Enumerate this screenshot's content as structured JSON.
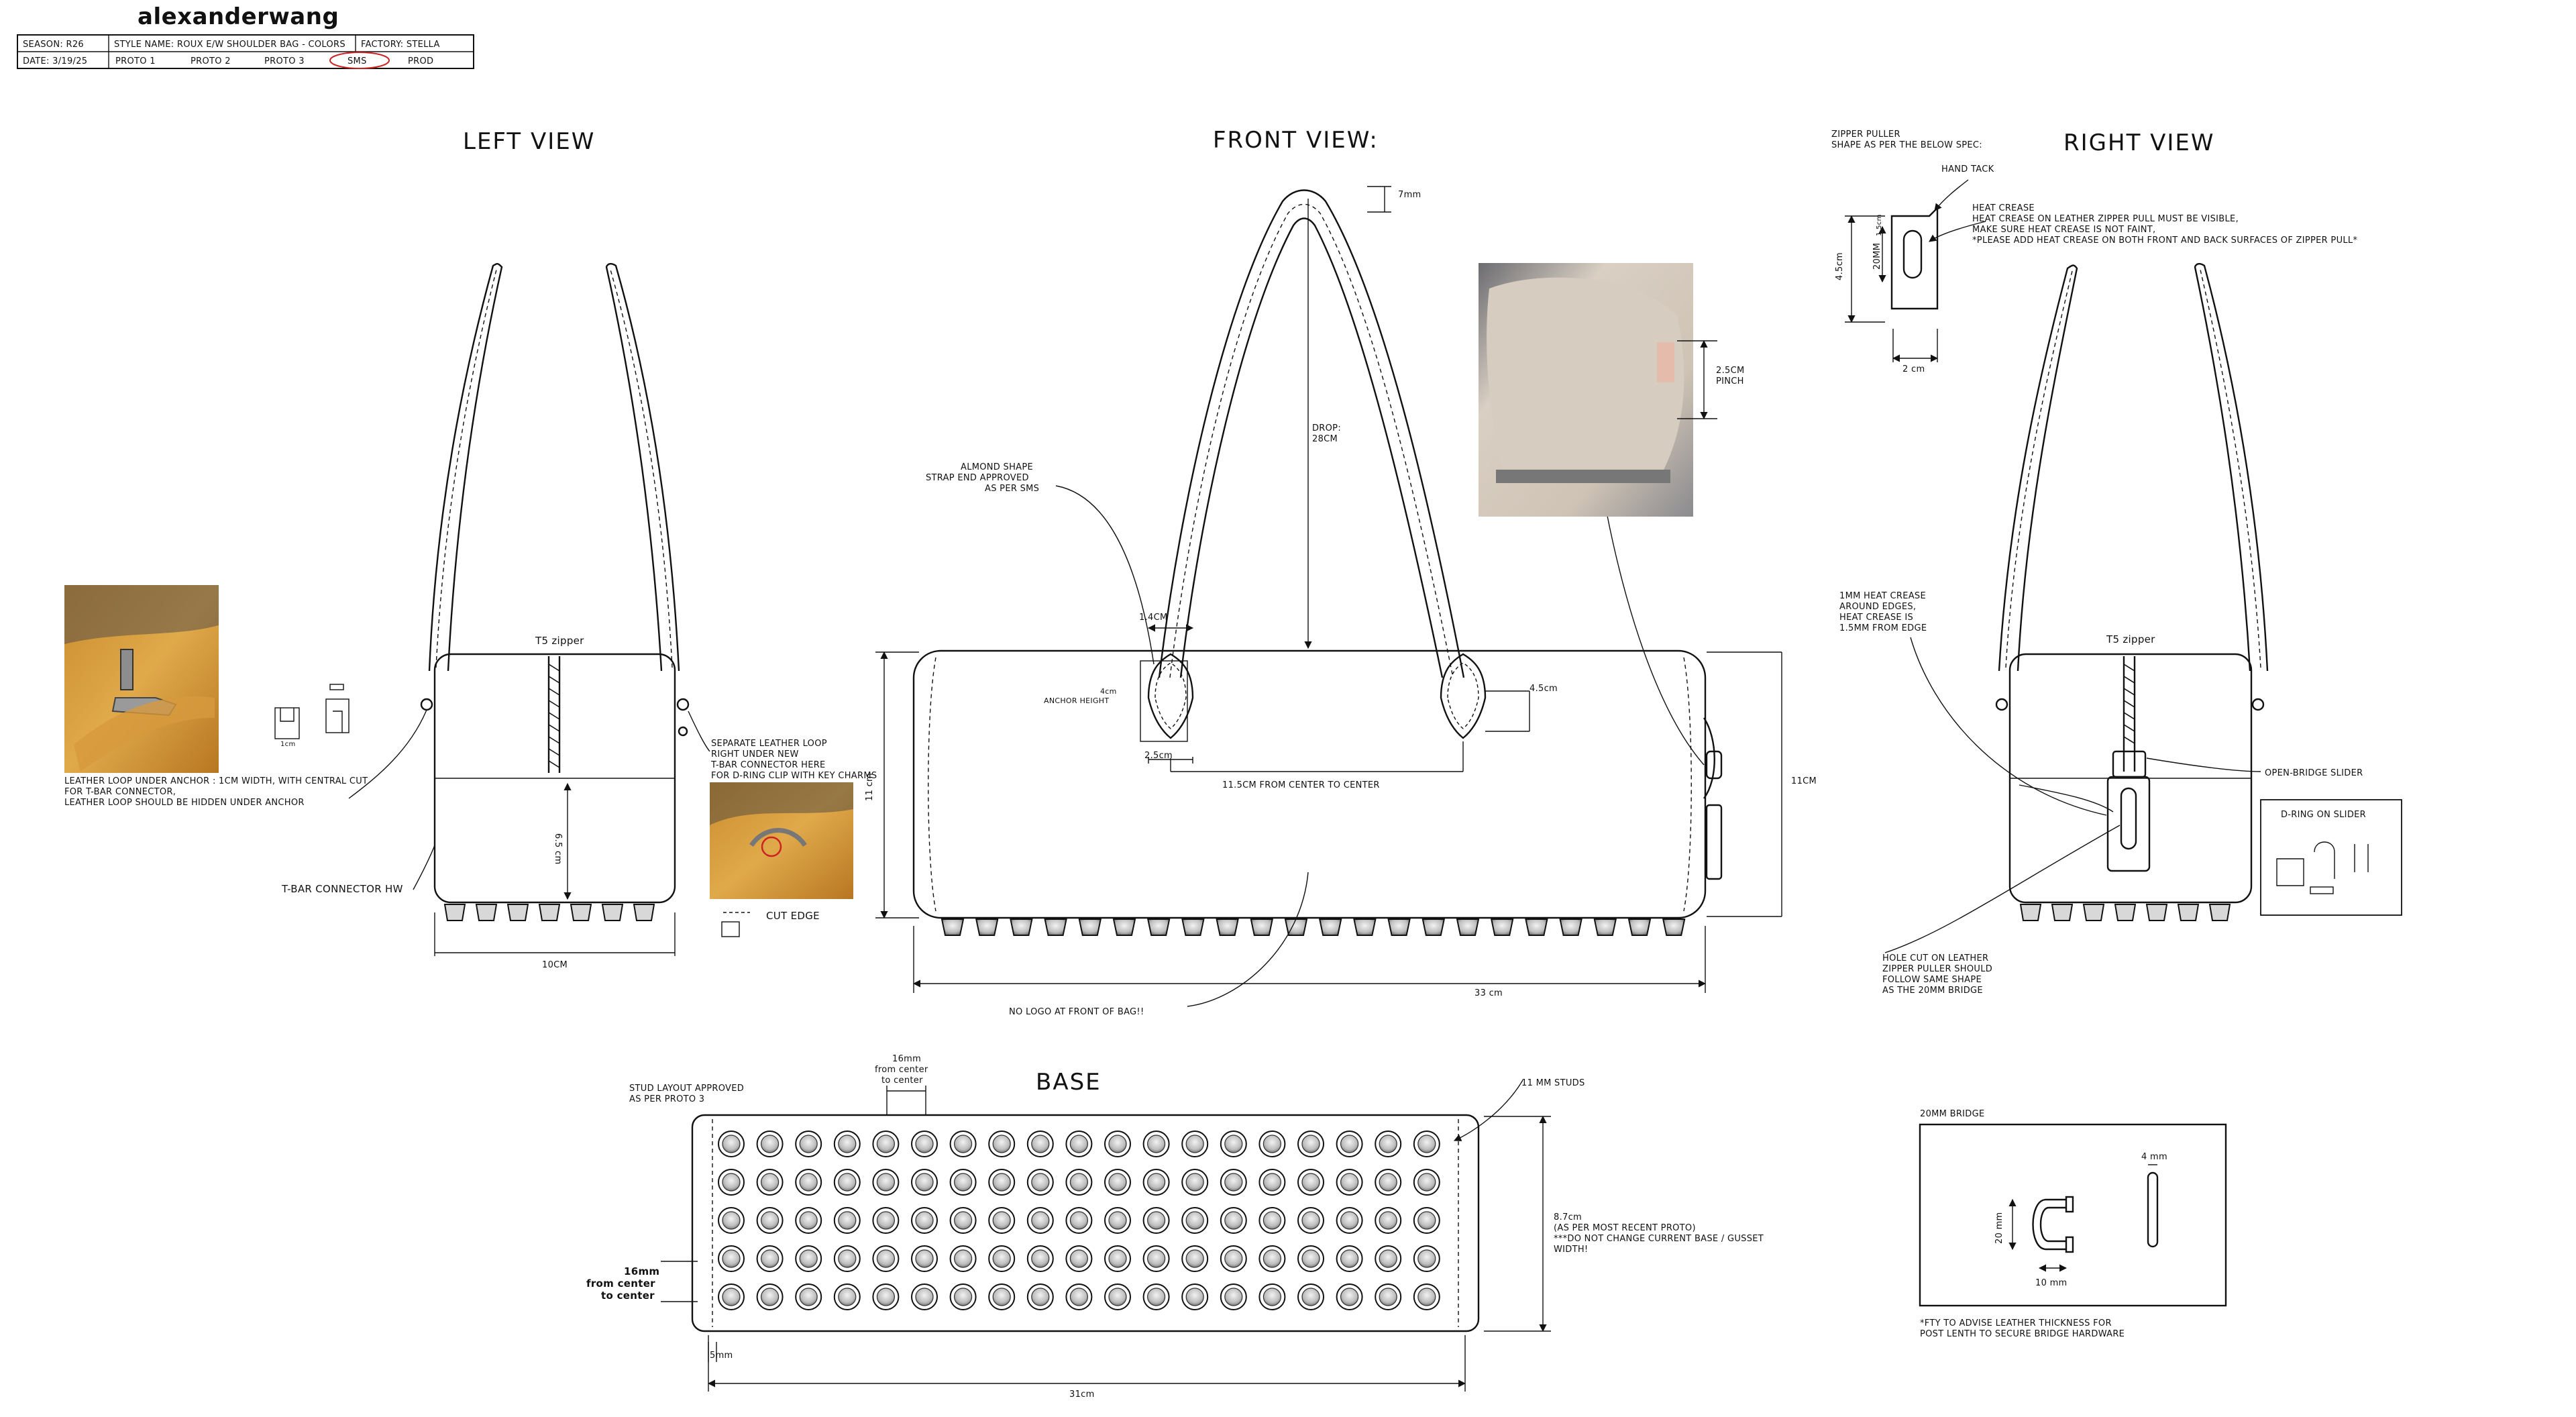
{
  "header": {
    "brand": "alexanderwang",
    "season": "SEASON: R26",
    "style_name": "STYLE NAME: ROUX E/W SHOULDER BAG - COLORS",
    "factory": "FACTORY: STELLA",
    "date": "DATE: 3/19/25",
    "stages": [
      "PROTO 1",
      "PROTO 2",
      "PROTO 3",
      "SMS",
      "PROD"
    ],
    "selected_stage": "SMS",
    "highlight_color": "#cc2222"
  },
  "views": {
    "left": "LEFT VIEW",
    "front": "FRONT VIEW:",
    "right": "RIGHT VIEW",
    "base": "BASE"
  },
  "left_view": {
    "loop_note_1": "LEATHER LOOP UNDER ANCHOR : 1CM WIDTH, WITH CENTRAL CUT",
    "loop_note_2": "FOR T-BAR CONNECTOR,",
    "loop_note_3": "LEATHER LOOP SHOULD BE HIDDEN UNDER ANCHOR",
    "t5_zipper": "T5 zipper",
    "tbar": "T-BAR CONNECTOR HW",
    "sep_loop_1": "SEPARATE LEATHER LOOP",
    "sep_loop_2": "RIGHT UNDER NEW",
    "sep_loop_3": "T-BAR CONNECTOR HERE",
    "sep_loop_4": "FOR D-RING CLIP WITH KEY CHARMS",
    "cut_edge": "CUT EDGE",
    "height": "6.5 cm",
    "width": "10CM",
    "small_dim": "1cm"
  },
  "front_view": {
    "top_7mm": "7mm",
    "drop_1": "DROP:",
    "drop_2": "28CM",
    "almond_1": "ALMOND SHAPE",
    "almond_2": "STRAP END APPROVED",
    "almond_3": "AS PER SMS",
    "strap_width": "1.4CM",
    "anchor_1": "4cm",
    "anchor_2": "ANCHOR HEIGHT",
    "anchor_w": "2.5cm",
    "right_anchor": "4.5cm",
    "center": "11.5CM FROM CENTER TO CENTER",
    "height": "11 cm",
    "height_right": "11CM",
    "width": "33 cm",
    "no_logo": "NO LOGO AT FRONT OF BAG!!",
    "pinch_1": "2.5CM",
    "pinch_2": "PINCH"
  },
  "right_view": {
    "puller_1": "ZIPPER PULLER",
    "puller_2": "SHAPE AS PER THE BELOW SPEC:",
    "hand_tack": "HAND TACK",
    "crease_1": "HEAT CREASE",
    "crease_2": "HEAT CREASE ON LEATHER ZIPPER PULL MUST BE VISIBLE,",
    "crease_3": "MAKE SURE HEAT CREASE IS NOT FAINT,",
    "crease_4": "*PLEASE ADD HEAT CREASE ON BOTH FRONT AND BACK SURFACES OF ZIPPER PULL*",
    "puller_h": "4.5cm",
    "puller_inner": "20MM",
    "puller_small": "1.5cm",
    "puller_w": "2 cm",
    "mm_1": "1MM HEAT CREASE",
    "mm_2": "AROUND EDGES,",
    "mm_3": "HEAT CREASE IS",
    "mm_4": "1.5MM FROM EDGE",
    "t5_zipper": "T5 zipper",
    "bridge_slider": "OPEN-BRIDGE SLIDER",
    "d_ring": "D-RING ON SLIDER",
    "hole_1": "HOLE CUT ON LEATHER",
    "hole_2": "ZIPPER PULLER SHOULD",
    "hole_3": "FOLLOW SAME SHAPE",
    "hole_4": "AS THE 20MM BRIDGE"
  },
  "base": {
    "stud_1": "STUD LAYOUT APPROVED",
    "stud_2": "AS PER PROTO 3",
    "spacing_top_1": "16mm",
    "spacing_top_2": "from center",
    "spacing_top_3": "to center",
    "spacing_left_1": "16mm",
    "spacing_left_2": "from center",
    "spacing_left_3": "to center",
    "studs_label": "11 MM STUDS",
    "depth_1": "8.7cm",
    "depth_2": "(AS PER MOST RECENT PROTO)",
    "depth_3": "***DO NOT CHANGE CURRENT BASE / GUSSET",
    "depth_4": "WIDTH!",
    "edge_5mm": "5mm",
    "length": "31cm",
    "stud_rows": 5,
    "stud_cols": 19
  },
  "bridge": {
    "title": "20MM BRIDGE",
    "h": "20 mm",
    "w": "10 mm",
    "t": "4 mm",
    "fty_1": "*FTY TO ADVISE LEATHER THICKNESS FOR",
    "fty_2": "POST LENTH TO SECURE BRIDGE HARDWARE"
  }
}
